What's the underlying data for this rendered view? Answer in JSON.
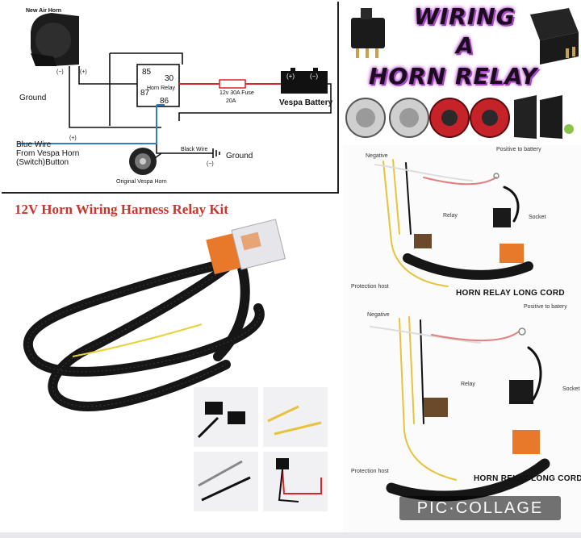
{
  "diagram": {
    "new_air_horn": "New Air Horn",
    "horn_minus": "(−)",
    "horn_plus": "(+)",
    "ground_left": "Ground",
    "pin_85": "85",
    "pin_30": "30",
    "pin_87": "87",
    "pin_86": "86",
    "relay_label": "Horn Relay",
    "fuse_label": "12v 30A Fuse",
    "fuse_amps": "20A",
    "battery_plus": "(+)",
    "battery_minus": "(−)",
    "battery_label": "Vespa Battery",
    "blue_wire_plus": "(+)",
    "blue_wire_label": "Blue Wire\nFrom Vespa Horn\n(Switch)Button",
    "black_wire_label": "Black Wire",
    "black_wire_minus": "(−)",
    "ground_right": "Ground",
    "original_horn": "Original Vespa Horn"
  },
  "title_panel": {
    "line1": "WIRING",
    "line2": "A",
    "line3": "HORN RELAY"
  },
  "kit": {
    "title": "12V Horn Wiring Harness Relay Kit"
  },
  "photo_top": {
    "negative": "Negative",
    "positive": "Positive to battery",
    "relay": "Relay",
    "socket": "Socket",
    "protection": "Protection host",
    "cord": "HORN RELAY LONG CORD"
  },
  "photo_bottom": {
    "negative": "Negative",
    "positive": "Positive to batery",
    "relay": "Relay",
    "socket": "Socket",
    "protection": "Protection host",
    "cord": "HORN RELAY LONG CORD"
  },
  "watermark": "PIC·COLLAGE",
  "colors": {
    "wire_red": "#d8242a",
    "wire_blue": "#2f7fc4",
    "kit_title": "#c9352b",
    "socket_orange": "#e8782a"
  }
}
